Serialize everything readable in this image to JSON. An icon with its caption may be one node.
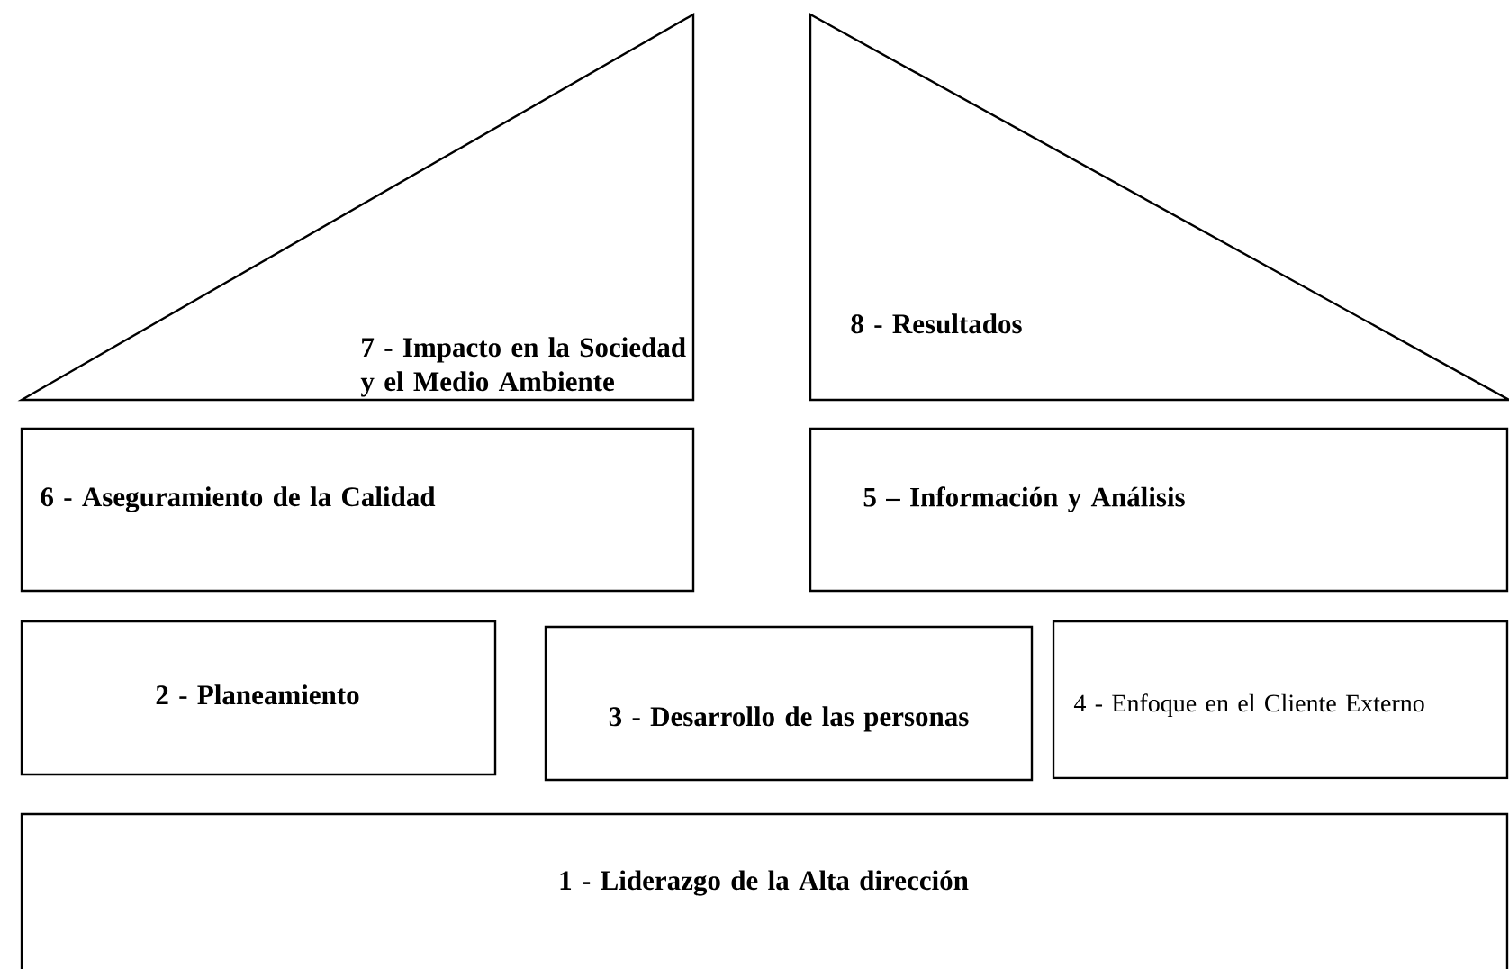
{
  "diagram": {
    "nodes": [
      {
        "text": [
          "7 - Impacto en la Sociedad y el Medio Ambiente"
        ]
      },
      {
        "text": [
          "8 - Resultados"
        ]
      },
      {
        "text": [
          "6 - Aseguramiento de la Calidad"
        ]
      },
      {
        "text": [
          "5 – Información y Análisis"
        ]
      },
      {
        "text": [
          "2 - Planeamiento"
        ]
      },
      {
        "text": [
          "3 - Desarrollo de las personas"
        ]
      },
      {
        "text": [
          "4 - Enfoque en el Cliente Externo"
        ]
      },
      {
        "text": [
          "1 - Liderazgo de la Alta dirección"
        ]
      }
    ]
  }
}
